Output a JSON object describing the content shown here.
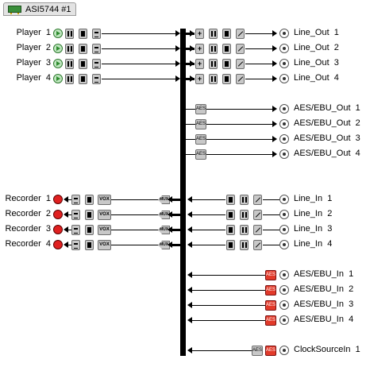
{
  "window": {
    "tab_title": "ASI5744 #1"
  },
  "players": [
    {
      "label": "Player",
      "num": "1"
    },
    {
      "label": "Player",
      "num": "2"
    },
    {
      "label": "Player",
      "num": "3"
    },
    {
      "label": "Player",
      "num": "4"
    }
  ],
  "line_outs": [
    {
      "label": "Line_Out",
      "num": "1"
    },
    {
      "label": "Line_Out",
      "num": "2"
    },
    {
      "label": "Line_Out",
      "num": "3"
    },
    {
      "label": "Line_Out",
      "num": "4"
    }
  ],
  "aes_outs": [
    {
      "label": "AES/EBU_Out",
      "num": "1"
    },
    {
      "label": "AES/EBU_Out",
      "num": "2"
    },
    {
      "label": "AES/EBU_Out",
      "num": "3"
    },
    {
      "label": "AES/EBU_Out",
      "num": "4"
    }
  ],
  "recorders": [
    {
      "label": "Recorder",
      "num": "1"
    },
    {
      "label": "Recorder",
      "num": "2"
    },
    {
      "label": "Recorder",
      "num": "3"
    },
    {
      "label": "Recorder",
      "num": "4"
    }
  ],
  "line_ins": [
    {
      "label": "Line_In",
      "num": "1"
    },
    {
      "label": "Line_In",
      "num": "2"
    },
    {
      "label": "Line_In",
      "num": "3"
    },
    {
      "label": "Line_In",
      "num": "4"
    }
  ],
  "aes_ins": [
    {
      "label": "AES/EBU_In",
      "num": "1"
    },
    {
      "label": "AES/EBU_In",
      "num": "2"
    },
    {
      "label": "AES/EBU_In",
      "num": "3"
    },
    {
      "label": "AES/EBU_In",
      "num": "4"
    }
  ],
  "clock": {
    "label": "ClockSourceIn",
    "num": "1"
  },
  "block_text": {
    "aes": "AES",
    "mux": "MUX",
    "vox": "VOX",
    "aes_red": "AES"
  },
  "icons": {
    "play": "play-icon",
    "record": "record-icon",
    "port": "port-icon",
    "meter": "meter-icon",
    "volume": "volume-icon",
    "mode": "mode-icon",
    "level": "level-icon",
    "add": "add-icon"
  },
  "colors": {
    "player_green": "#2e8b2e",
    "record_red": "#e02020",
    "aes_in_red": "#e23a2a",
    "bus": "#000000"
  }
}
